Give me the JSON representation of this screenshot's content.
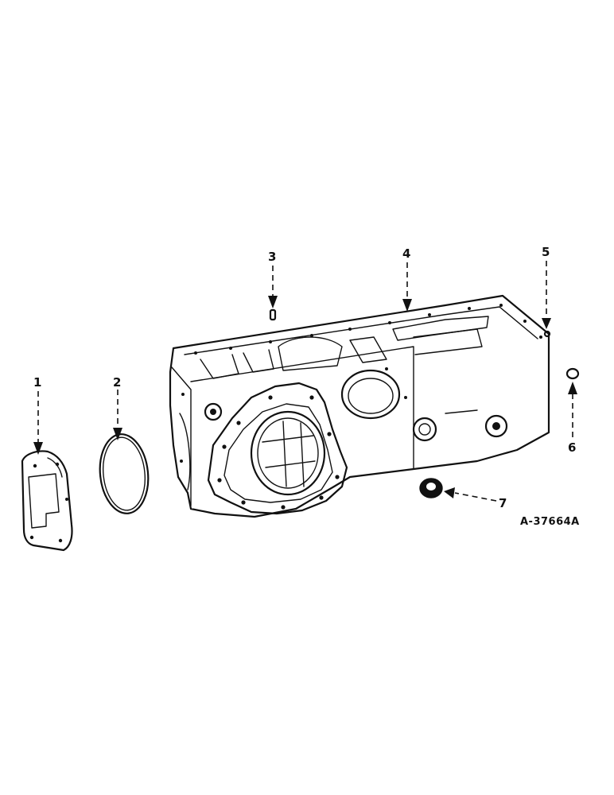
{
  "diagram": {
    "reference_code": "A-37664A",
    "callouts": [
      {
        "id": "1",
        "label": "1"
      },
      {
        "id": "2",
        "label": "2"
      },
      {
        "id": "3",
        "label": "3"
      },
      {
        "id": "4",
        "label": "4"
      },
      {
        "id": "5",
        "label": "5"
      },
      {
        "id": "6",
        "label": "6"
      },
      {
        "id": "7",
        "label": "7"
      }
    ]
  }
}
